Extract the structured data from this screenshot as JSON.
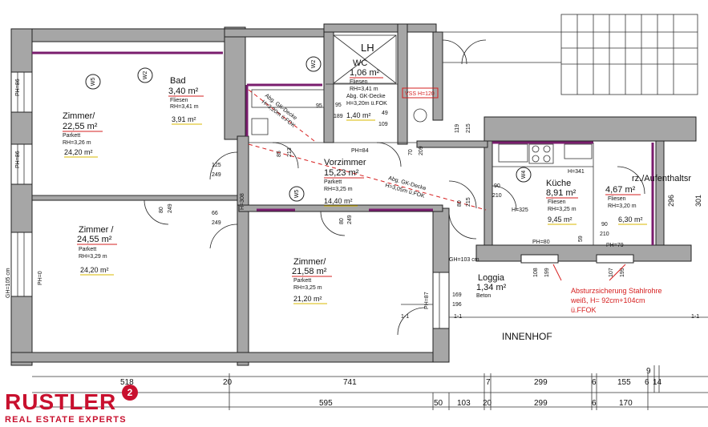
{
  "rooms": {
    "zimmer_top": {
      "name": "Zimmer/",
      "area": "22,55 m²",
      "floor": "Parkett",
      "height": "RH=3,26 m",
      "area2": "24,20 m²"
    },
    "bad": {
      "name": "Bad",
      "area": "3,40 m²",
      "floor": "Fliesen",
      "height": "RH=3,41 m",
      "area2": "3,91 m²"
    },
    "wc": {
      "name": "WC",
      "area": "1,06 m²",
      "floor": "Fliesen",
      "height": "RH=3,41 m",
      "ceiling": "Abg. GK-Decke",
      "ceiling_height": "H=3,20m ü.FOK",
      "area2": "1,40 m²"
    },
    "lh": {
      "name": "LH"
    },
    "vorzimmer": {
      "name": "Vorzimmer",
      "area": "15,23 m²",
      "floor": "Parkett",
      "height": "RH=3,25 m",
      "area2": "14,40 m²"
    },
    "kueche": {
      "name": "Küche",
      "area": "8,91 m²",
      "floor": "Fliesen",
      "height": "RH=3,25 m",
      "area2": "9,45 m²"
    },
    "aufenthalt": {
      "name": "rz./Aufenthaltsr",
      "area": "4,67 m²",
      "floor": "Fliesen",
      "height": "RH=3,20 m",
      "area2": "6,30 m²"
    },
    "zimmer_left": {
      "name": "Zimmer /",
      "area": "24,55 m²",
      "floor": "Parkett",
      "height": "RH=3,29 m",
      "area2": "24,20 m²"
    },
    "zimmer_mid": {
      "name": "Zimmer/",
      "area": "21,58 m²",
      "floor": "Parkett",
      "height": "RH=3,25 m",
      "area2": "21,20 m²"
    },
    "loggia": {
      "name": "Loggia",
      "area": "1,34 m²",
      "floor": "Beton"
    },
    "innenhof": {
      "name": "INNENHOF"
    }
  },
  "notes": {
    "gk_bad_1": "Abg. GK-Decke",
    "gk_bad_2": "H=3,20m ü.FOK",
    "gk_vor_1": "Abg. GK-Decke",
    "gk_vor_2": "H=3,05m ü.FOK",
    "vss": "VSS H=120",
    "absturz_1": "Absturzsicherung Stahlrohre",
    "absturz_2": "weiß, H= 92cm+104cm",
    "absturz_3": "ü.FFOK"
  },
  "labels": {
    "w5a": "W5",
    "w2a": "W2",
    "w2b": "W2",
    "w5b": "W5",
    "w4": "W4",
    "ph86a": "PH=86",
    "ph86b": "PH=86",
    "ph0": "PH=0",
    "gh": "GH=105 cm",
    "ph84": "PH=84",
    "ph87": "PH=87",
    "ph80": "PH=80",
    "ph79": "PH=79",
    "h308": "H=308",
    "h341": "H=341",
    "h325": "H=325",
    "gh103": "GH=103 cm",
    "d95a": "95",
    "d189": "189",
    "d49": "49",
    "d109": "109",
    "d95b": "95",
    "d213": "213",
    "d85": "85",
    "d70": "70",
    "d209": "209",
    "d119": "119",
    "d215": "215",
    "d125": "125",
    "d249a": "249",
    "d66": "66",
    "d249b": "249",
    "d80a": "80",
    "d249c": "249",
    "d80b": "80",
    "d249d": "249",
    "d80c": "80",
    "d215b": "215",
    "d90a": "90",
    "d210a": "210",
    "d90b": "90",
    "d210b": "210",
    "d59": "59",
    "d108": "108",
    "d199a": "199",
    "d107": "107",
    "d199b": "199",
    "d296": "296",
    "d301": "301",
    "d169": "169",
    "d196": "196",
    "sec1": "1-1",
    "sec2": "1-1",
    "sec3": "1-1"
  },
  "dimensions": {
    "top": [
      "518",
      "20",
      "741",
      "7",
      "299",
      "6",
      "155",
      "6",
      "9",
      "14"
    ],
    "bottom": [
      "595",
      "50",
      "103",
      "20",
      "299",
      "6",
      "170"
    ]
  },
  "logo": {
    "name": "RUSTLER",
    "mark": "2",
    "tagline": "REAL ESTATE EXPERTS"
  }
}
